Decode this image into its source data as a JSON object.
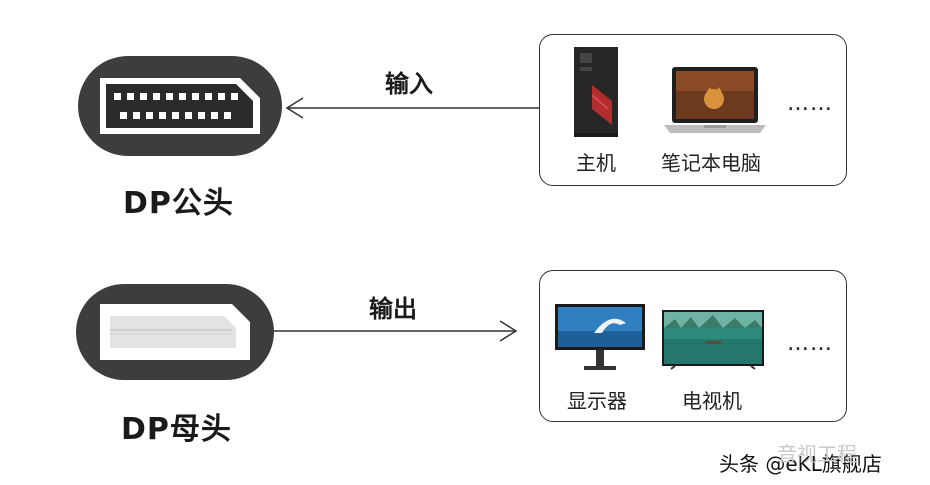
{
  "male": {
    "label": "DP公头",
    "arrow_label": "输入",
    "devices": [
      {
        "icon": "desktop-tower-icon",
        "label": "主机"
      },
      {
        "icon": "laptop-icon",
        "label": "笔记本电脑"
      }
    ],
    "more": "……"
  },
  "female": {
    "label": "DP母头",
    "arrow_label": "输出",
    "devices": [
      {
        "icon": "monitor-icon",
        "label": "显示器"
      },
      {
        "icon": "television-icon",
        "label": "电视机"
      }
    ],
    "more": "……"
  },
  "watermark": {
    "prefix": "头条",
    "overlay": "音视工程",
    "text": "@eKL旗舰店"
  },
  "colors": {
    "connector_dark": "#3d3d3d",
    "pin_dark": "#2b2b2b",
    "port_white": "#ffffff",
    "port_gray": "#e3e3e3",
    "line": "#333333"
  }
}
